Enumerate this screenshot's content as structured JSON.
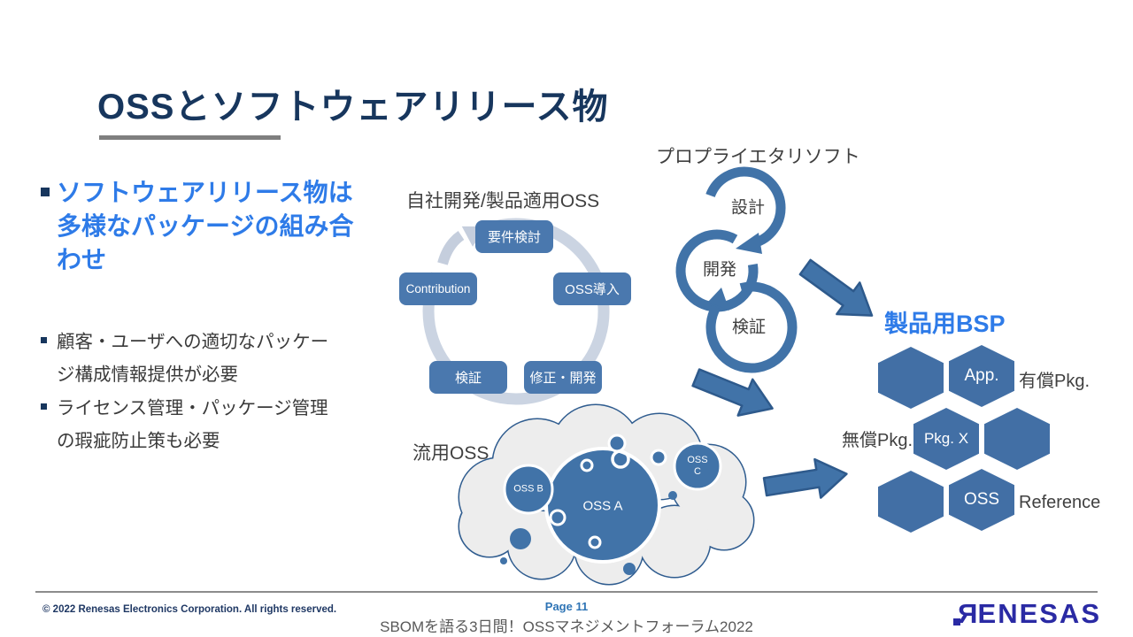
{
  "title": {
    "text": "OSSとソフトウェアリリース物"
  },
  "bullets": {
    "lead": "ソフトウェアリリース物は多様なパッケージの組み合わせ",
    "items": [
      "顧客・ユーザへの適切なパッケージ構成情報提供が必要",
      "ライセンス管理・パッケージ管理の瑕疵防止策も必要"
    ]
  },
  "cycle": {
    "title": "自社開発/製品適用OSS",
    "steps": [
      "要件検討",
      "OSS導入",
      "修正・開発",
      "検証",
      "Contribution"
    ]
  },
  "proprietary": {
    "title": "プロプライエタリソフト",
    "steps": [
      "設計",
      "開発",
      "検証"
    ]
  },
  "reuse": {
    "title": "流用OSS",
    "bubbles": [
      "OSS A",
      "OSS B",
      "OSS C"
    ]
  },
  "bsp": {
    "title": "製品用BSP",
    "hexes": [
      {
        "label": "App."
      },
      {
        "label": "Pkg. X"
      },
      {
        "label": "OSS"
      }
    ],
    "annotations": [
      {
        "text": "有償Pkg."
      },
      {
        "text": "無償Pkg."
      },
      {
        "text": "Reference"
      }
    ]
  },
  "footer": {
    "copyright": "© 2022 Renesas Electronics Corporation. All rights reserved.",
    "page": "Page 11",
    "subtitle": "SBOMを語る3日間！OSSマネジメントフォーラム2022",
    "logo_r": "R",
    "logo_rest": "ENESAS"
  },
  "colors": {
    "accent_blue": "#2E7BE8",
    "steel_blue": "#4173A8",
    "node_blue": "#4A78AE",
    "navy": "#17365D",
    "cycle_ring": "#CBD4E2",
    "cloud_fill": "#EDEDED",
    "cloud_outline": "#2F5C8F",
    "footer_blue": "#2E74B5",
    "logo_indigo": "#2A2AA4"
  }
}
